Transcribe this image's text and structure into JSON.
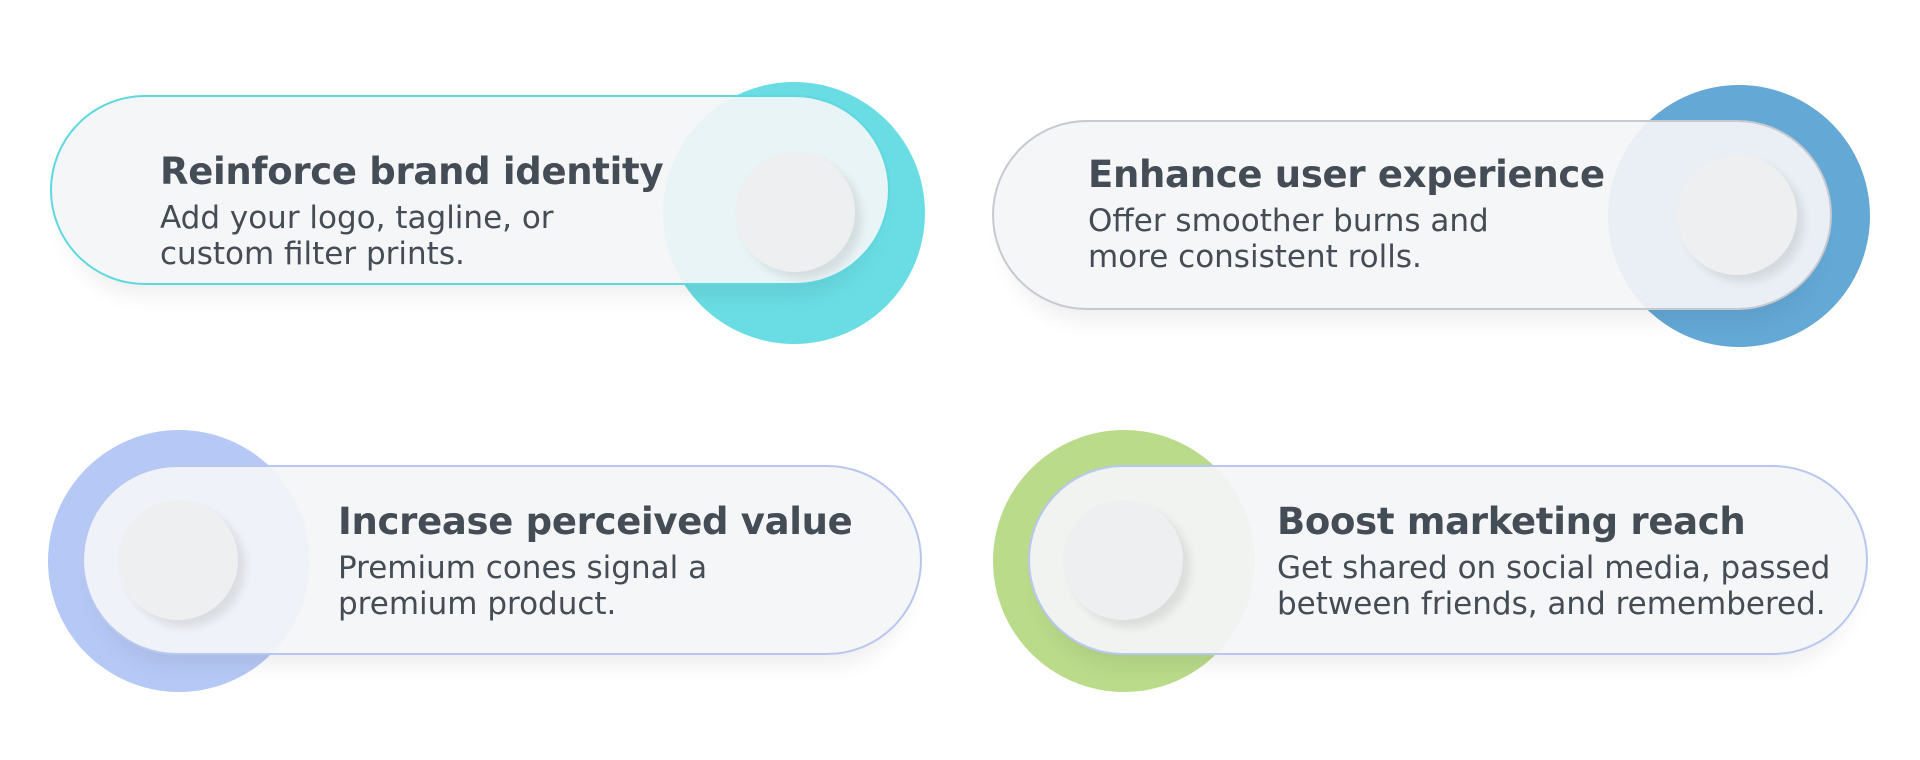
{
  "cards": [
    {
      "title": "Reinforce brand identity",
      "description": "Add your logo, tagline, or\ncustom filter prints.",
      "accent_color": "#6adde4"
    },
    {
      "title": "Enhance user experience",
      "description": "Offer smoother burns and\nmore consistent rolls.",
      "accent_color": "#64a8d6"
    },
    {
      "title": "Increase perceived value",
      "description": "Premium cones signal a\npremium product.",
      "accent_color": "#b6c8f6"
    },
    {
      "title": "Boost marketing reach",
      "description": "Get shared on social media, passed\nbetween friends, and remembered.",
      "accent_color": "#badb8a"
    }
  ]
}
